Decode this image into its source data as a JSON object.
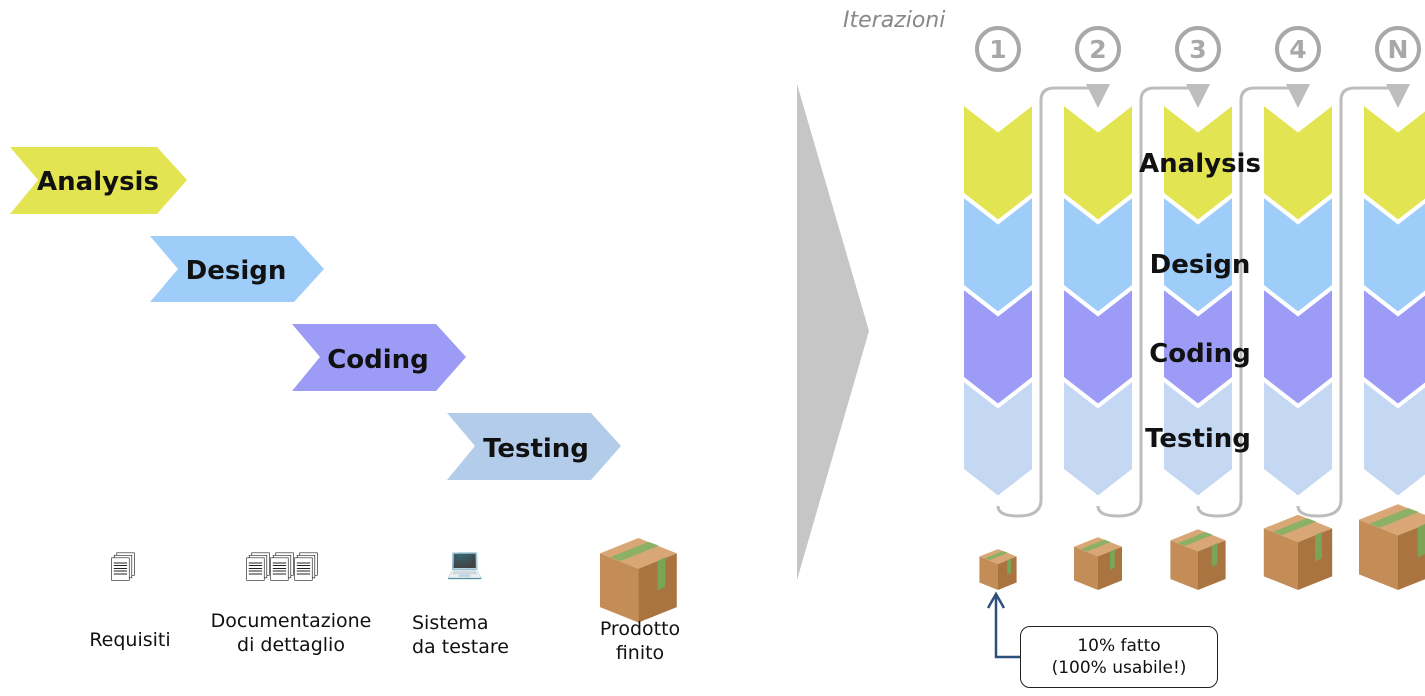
{
  "colors": {
    "analysis": "#E3E452",
    "design": "#9FCDFA",
    "coding": "#9C9CF7",
    "testing": "#C4D8F3",
    "waterfall_testing": "#B3CCEA",
    "big_arrow": "#C6C6C6",
    "iteration_circle": "#A8A8A8",
    "loop_line": "#BDBDBD",
    "box": "#C79160",
    "tape": "#7FA65A"
  },
  "waterfall": {
    "phases": [
      {
        "id": "analysis",
        "label": "Analysis"
      },
      {
        "id": "design",
        "label": "Design"
      },
      {
        "id": "coding",
        "label": "Coding"
      },
      {
        "id": "testing",
        "label": "Testing"
      }
    ]
  },
  "artifacts": [
    {
      "id": "requisiti",
      "icon": "document-icon",
      "glyph": "🗐",
      "label": "Requisiti"
    },
    {
      "id": "documentazione",
      "icon": "documents-icon",
      "glyph": "🗐🗐🗐",
      "label": "Documentazione\ndi dettaglio"
    },
    {
      "id": "sistema",
      "icon": "computer-icon",
      "glyph": "💻",
      "label": "Sistema\nda testare"
    },
    {
      "id": "prodotto",
      "icon": "box-icon",
      "glyph": "",
      "label": "Prodotto\nfinito"
    }
  ],
  "iterations": {
    "title": "Iterazioni",
    "labels": [
      "1",
      "2",
      "3",
      "4",
      "N"
    ],
    "phase_labels": [
      "Analysis",
      "Design",
      "Coding",
      "Testing"
    ],
    "callout": "10% fatto\n(100% usabile!)"
  }
}
